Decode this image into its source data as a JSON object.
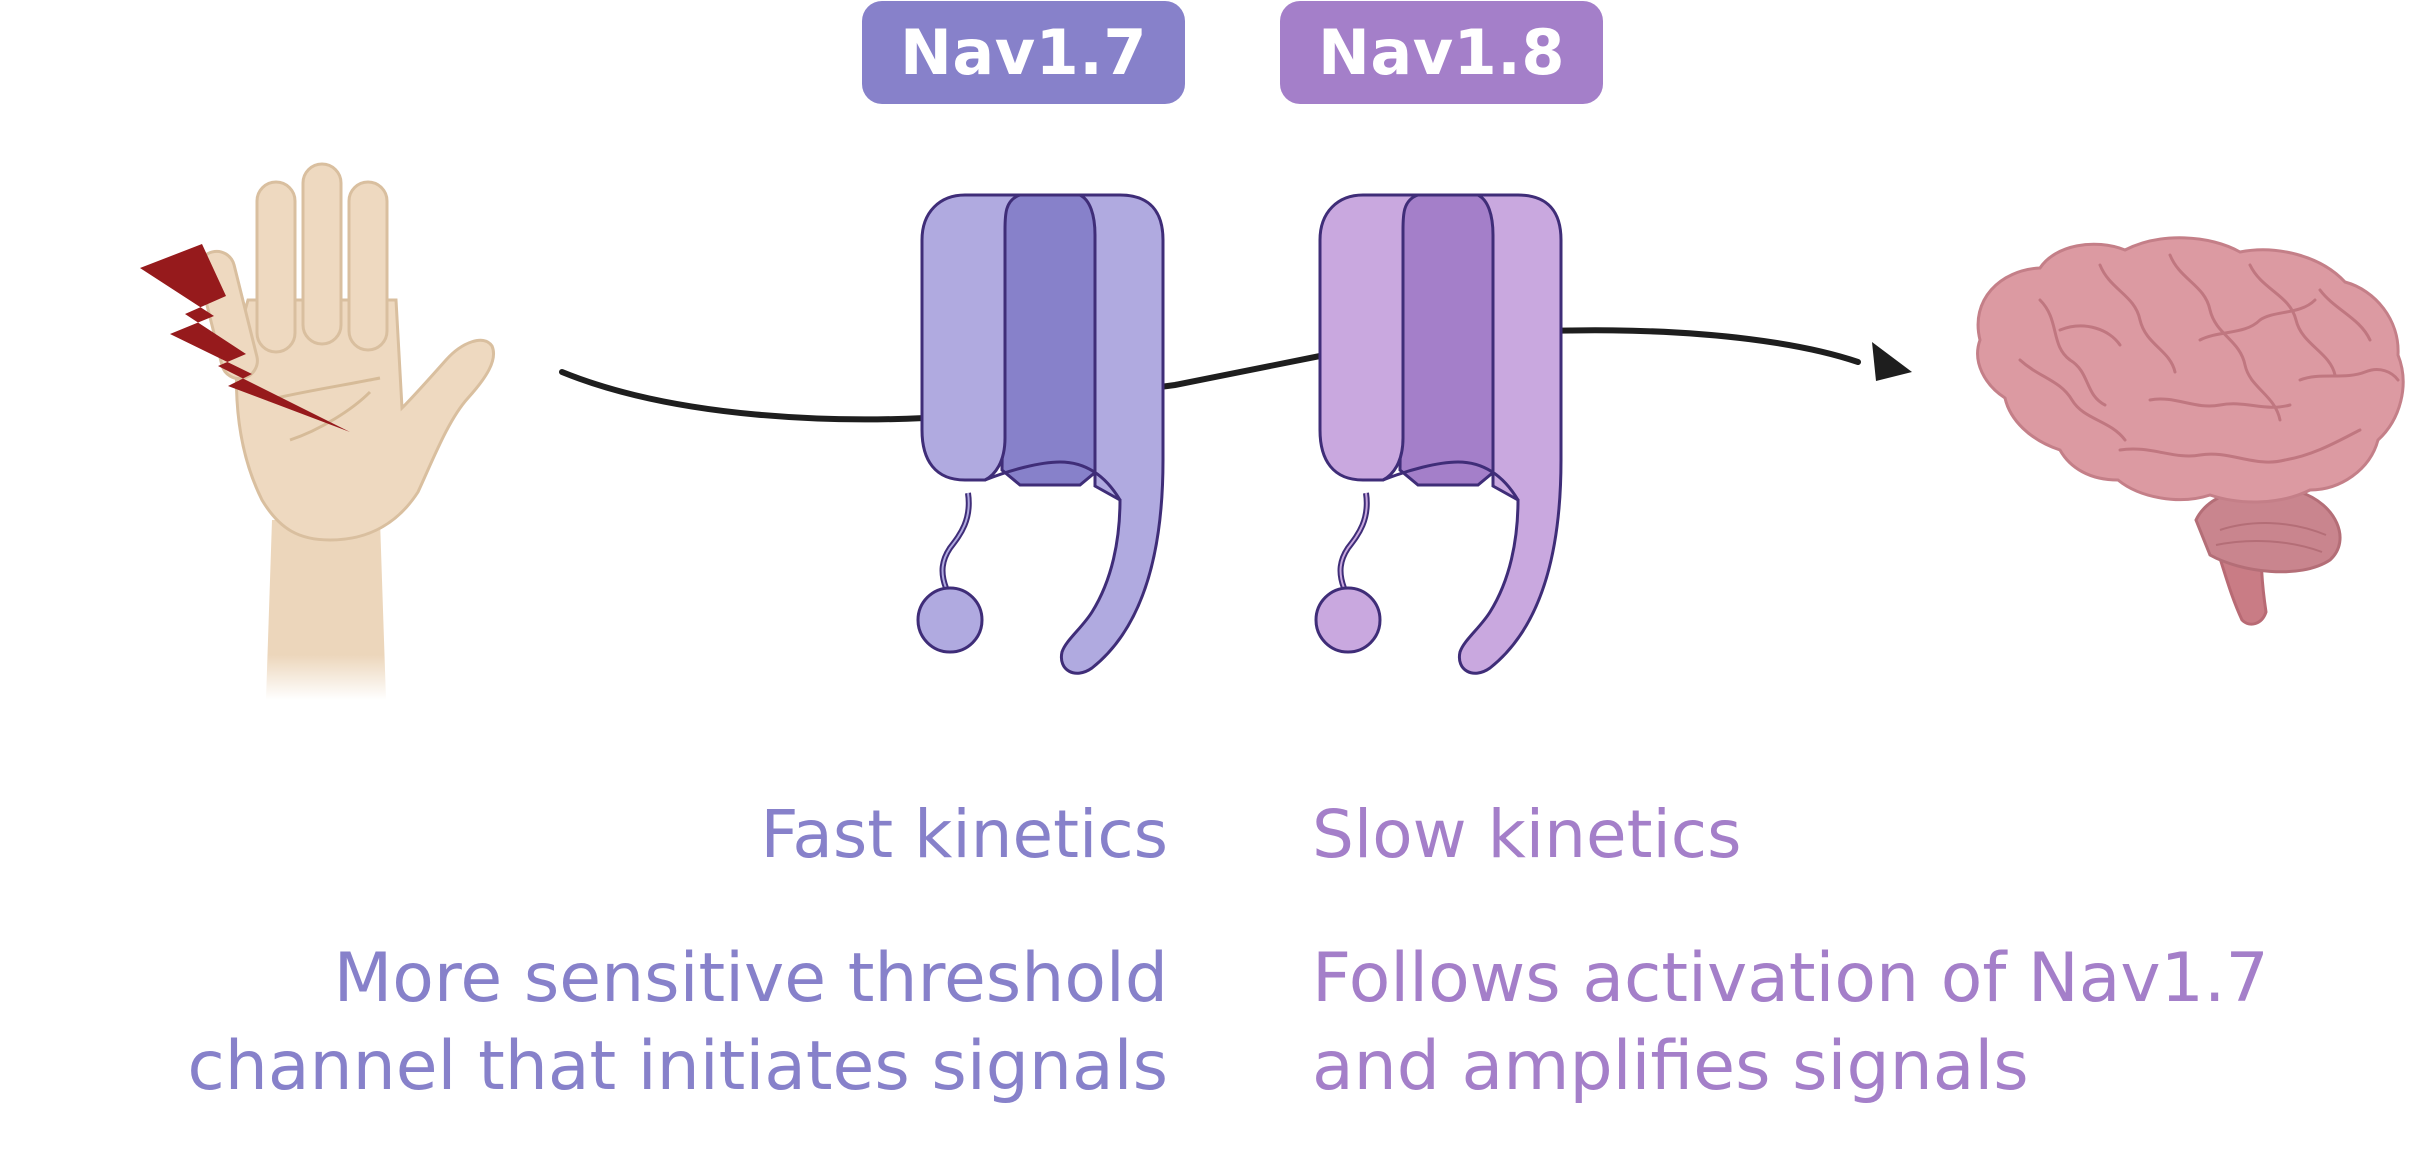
{
  "colors": {
    "nav17": "#8781ca",
    "nav17_light": "#b0aae0",
    "nav18": "#a47fc9",
    "nav18_light": "#c9a8df",
    "outline": "#3f2d78",
    "arrow": "#1e1e1e",
    "bolt": "#961a1c",
    "skin": "#eed9c0",
    "brain": "#d8939b"
  },
  "labels": {
    "nav17": "Nav1.7",
    "nav18": "Nav1.8"
  },
  "nav17": {
    "kinetics": "Fast kinetics",
    "description": "More sensitive threshold\nchannel that initiates signals"
  },
  "nav18": {
    "kinetics": "Slow kinetics",
    "description": "Follows activation of Nav1.7\nand amplifies signals"
  },
  "icons": {
    "hand": "hand-icon",
    "bolt": "lightning-bolt-icon",
    "brain": "brain-icon",
    "channel": "ion-channel-icon"
  }
}
